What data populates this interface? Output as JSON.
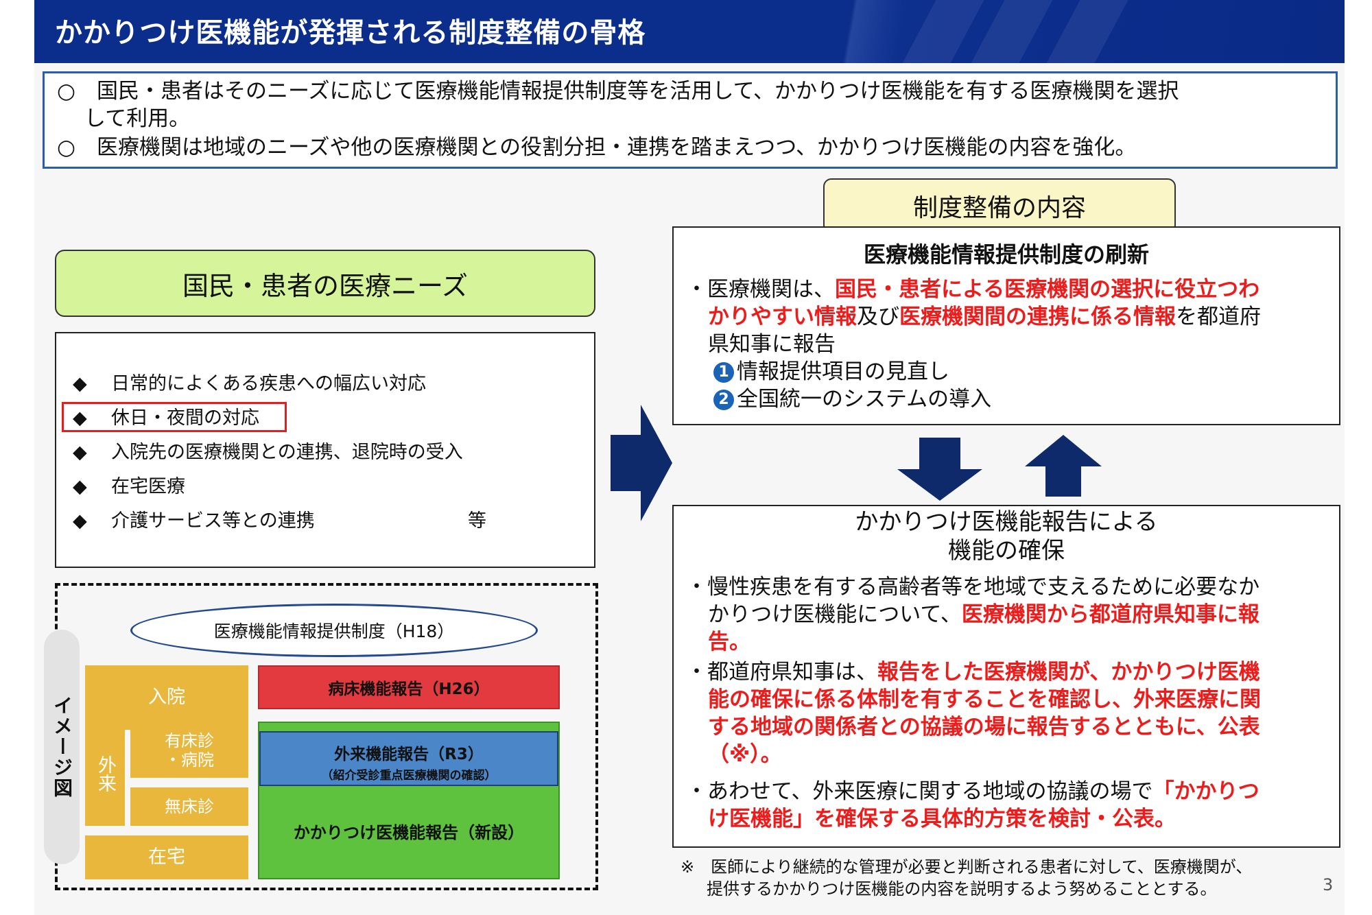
{
  "header": {
    "title": "かかりつけ医機能が発揮される制度整備の骨格"
  },
  "intro": {
    "line1": "○　国民・患者はそのニーズに応じて医療機能情報提供制度等を活用して、かかりつけ医機能を有する医療機関を選択",
    "line2": "して利用。",
    "line3": "○　医療機関は地域のニーズや他の医療機関との役割分担・連携を踏まえつつ、かかりつけ医機能の内容を強化。"
  },
  "needs": {
    "title": "国民・患者の医療ニーズ",
    "bullet": "◆",
    "items": [
      "日常的によくある疾患への幅広い対応",
      "休日・夜間の対応",
      "入院先の医療機関との連携、退院時の受入",
      "在宅医療",
      "介護サービス等との連携"
    ],
    "etc": "等",
    "highlight_color": "#e02020"
  },
  "image_diagram": {
    "side_label": "イメージ図",
    "ellipse_label": "医療機能情報提供制度（H18）",
    "inpatient": "入院",
    "outpatient": "外来",
    "with_beds_line1": "有床診",
    "with_beds_line2": "・病院",
    "no_beds": "無床診",
    "home": "在宅",
    "bed_report": "病床機能報告（H26）",
    "outpatient_report": "外来機能報告（R3）",
    "outpatient_report_sub": "（紹介受診重点医療機関の確認）",
    "kakaritsuke_report": "かかりつけ医機能報告（新設）",
    "colors": {
      "yellow": "#e8b73c",
      "red": "#e23a3e",
      "blue": "#4a86c8",
      "green": "#5ec23e"
    }
  },
  "contents": {
    "label": "制度整備の内容",
    "sec1_title": "医療機能情報提供制度の刷新",
    "sec1_l1_a": "・医療機関は、",
    "sec1_l1_b": "国民・患者による医療機関の選択に役立つわ",
    "sec1_l2_a": "かりやすい情報",
    "sec1_l2_b": "及び",
    "sec1_l2_c": "医療機関間の連携に係る情報",
    "sec1_l2_d": "を都道府",
    "sec1_l3": "県知事に報告",
    "sec1_n1": "1",
    "sec1_i1": "情報提供項目の見直し",
    "sec1_n2": "2",
    "sec1_i2": "全国統一のシステムの導入",
    "sec2_title_1": "かかりつけ医機能報告による",
    "sec2_title_2": "機能の確保",
    "b1_l1": "・慢性疾患を有する高齢者等を地域で支えるために必要なか",
    "b1_l2_a": "かりつけ医機能について、",
    "b1_l2_b": "医療機関から都道府県知事に報",
    "b1_l3": "告。",
    "b2_l1_a": "・都道府県知事は、",
    "b2_l1_b": "報告をした医療機関が、かかりつけ医機",
    "b2_l2": "能の確保に係る体制を有することを確認し、外来医療に関",
    "b2_l3": "する地域の関係者との協議の場に報告するとともに、公表",
    "b2_l4": "（※）。",
    "b3_l1_a": "・あわせて、外来医療に関する地域の協議の場で",
    "b3_l1_b": "「かかりつ",
    "b3_l2_a": "け医機能」",
    "b3_l2_b": "を確保する具体的方策を検討・公表。"
  },
  "footnote": {
    "line1": "※　医師により継続的な管理が必要と判断される患者に対して、医療機関が、",
    "line2": "提供するかかりつけ医機能の内容を説明するよう努めることとする。"
  },
  "page_number": "3",
  "colors": {
    "navy": "#0b2d8c",
    "arrow": "#0f2a6b",
    "red_text": "#ee1b1b",
    "frame_blue": "#2a5dab"
  }
}
